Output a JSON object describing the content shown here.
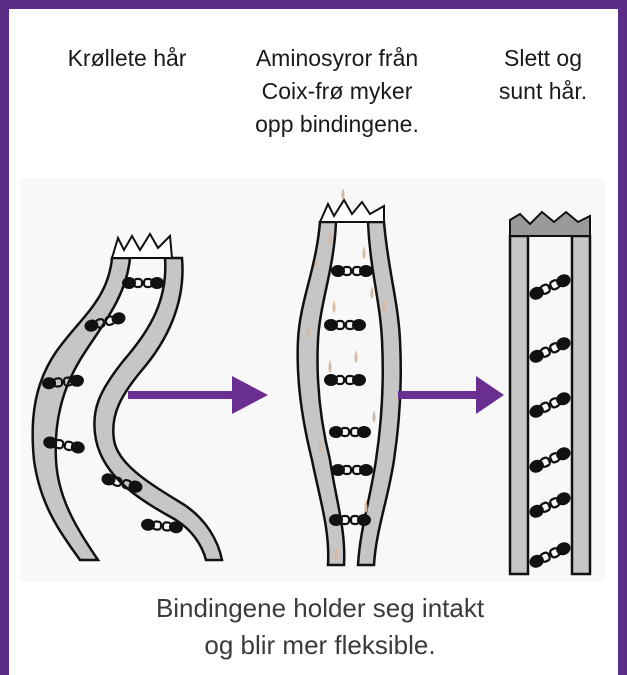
{
  "captions": {
    "left": "Krøllete hår",
    "middle_line1": "Aminosyror från",
    "middle_line2": "Coix-frø myker",
    "middle_line3": "opp bindingene.",
    "right_line1": "Slett og",
    "right_line2": "sunt hår."
  },
  "bottom": {
    "line1": "Bindingene holder seg intakt",
    "line2": "og blir mer fleksible."
  },
  "colors": {
    "frame": "#5c2d86",
    "arrow": "#6a2e93",
    "strand_fill": "#c6c6c6",
    "strand_outline": "#111111",
    "link": "#111111",
    "droplet": "#d6b9a0"
  },
  "icons": [
    "curly-hair-strand-icon",
    "softening-hair-strand-icon",
    "straight-hair-strand-icon",
    "arrow-right-icon",
    "droplet-icon"
  ]
}
